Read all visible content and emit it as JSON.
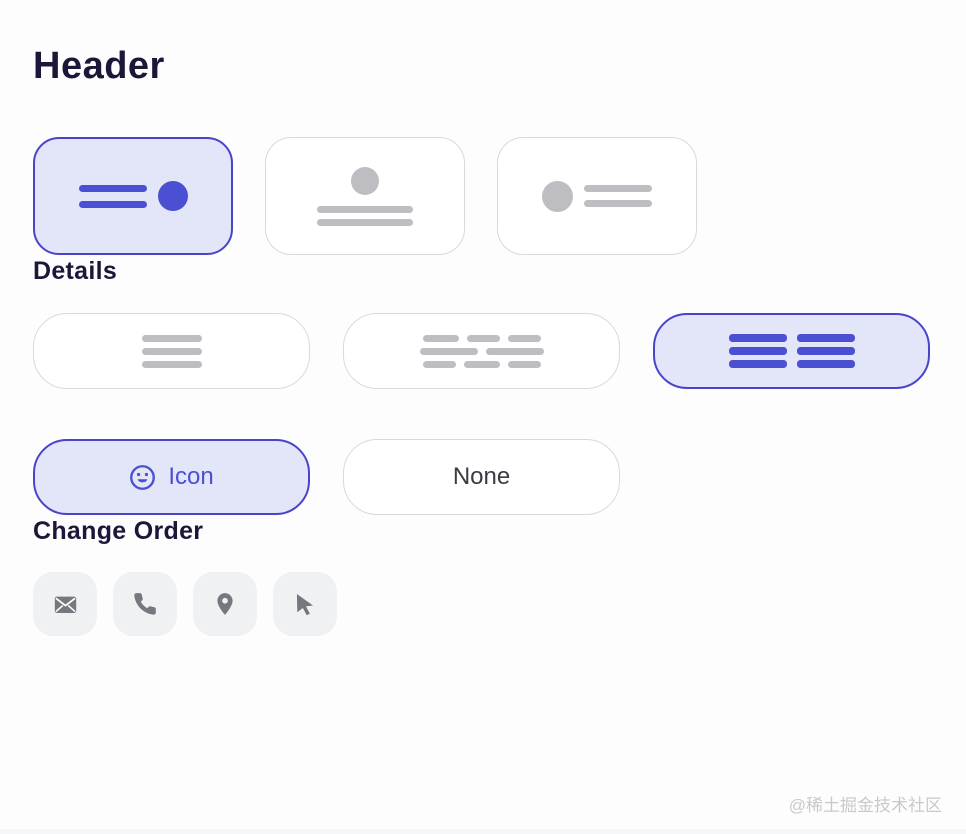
{
  "page": {
    "watermark": "@稀土掘金技术社区"
  },
  "colors": {
    "accent": "#4b50d2",
    "accent-border": "#4a44c8",
    "accent-bg": "#e3e5f9",
    "heading": "#1e1638",
    "placeholder-gray": "#bdbdc2",
    "card-border": "#d9d9dd",
    "icon-gray": "#77777f",
    "icon-bg": "#f0f1f3",
    "none-text": "#3b3b43",
    "watermark-gray": "#c9c9c9"
  },
  "header_section": {
    "title": "Header",
    "options": [
      {
        "name": "text-left-avatar-right",
        "selected": true
      },
      {
        "name": "avatar-top-text-below",
        "selected": false
      },
      {
        "name": "avatar-left-text-right",
        "selected": false
      }
    ]
  },
  "details_section": {
    "title": "Details",
    "layout_options": [
      {
        "name": "single-column-center",
        "selected": false
      },
      {
        "name": "multi-column-wrap",
        "selected": false
      },
      {
        "name": "two-column",
        "selected": true
      }
    ],
    "icon_toggle": {
      "icon_label": "Icon",
      "none_label": "None",
      "selected": "icon"
    }
  },
  "change_order_section": {
    "title": "Change Order",
    "items": [
      {
        "icon": "mail-icon"
      },
      {
        "icon": "phone-icon"
      },
      {
        "icon": "location-icon"
      },
      {
        "icon": "cursor-icon"
      }
    ]
  }
}
